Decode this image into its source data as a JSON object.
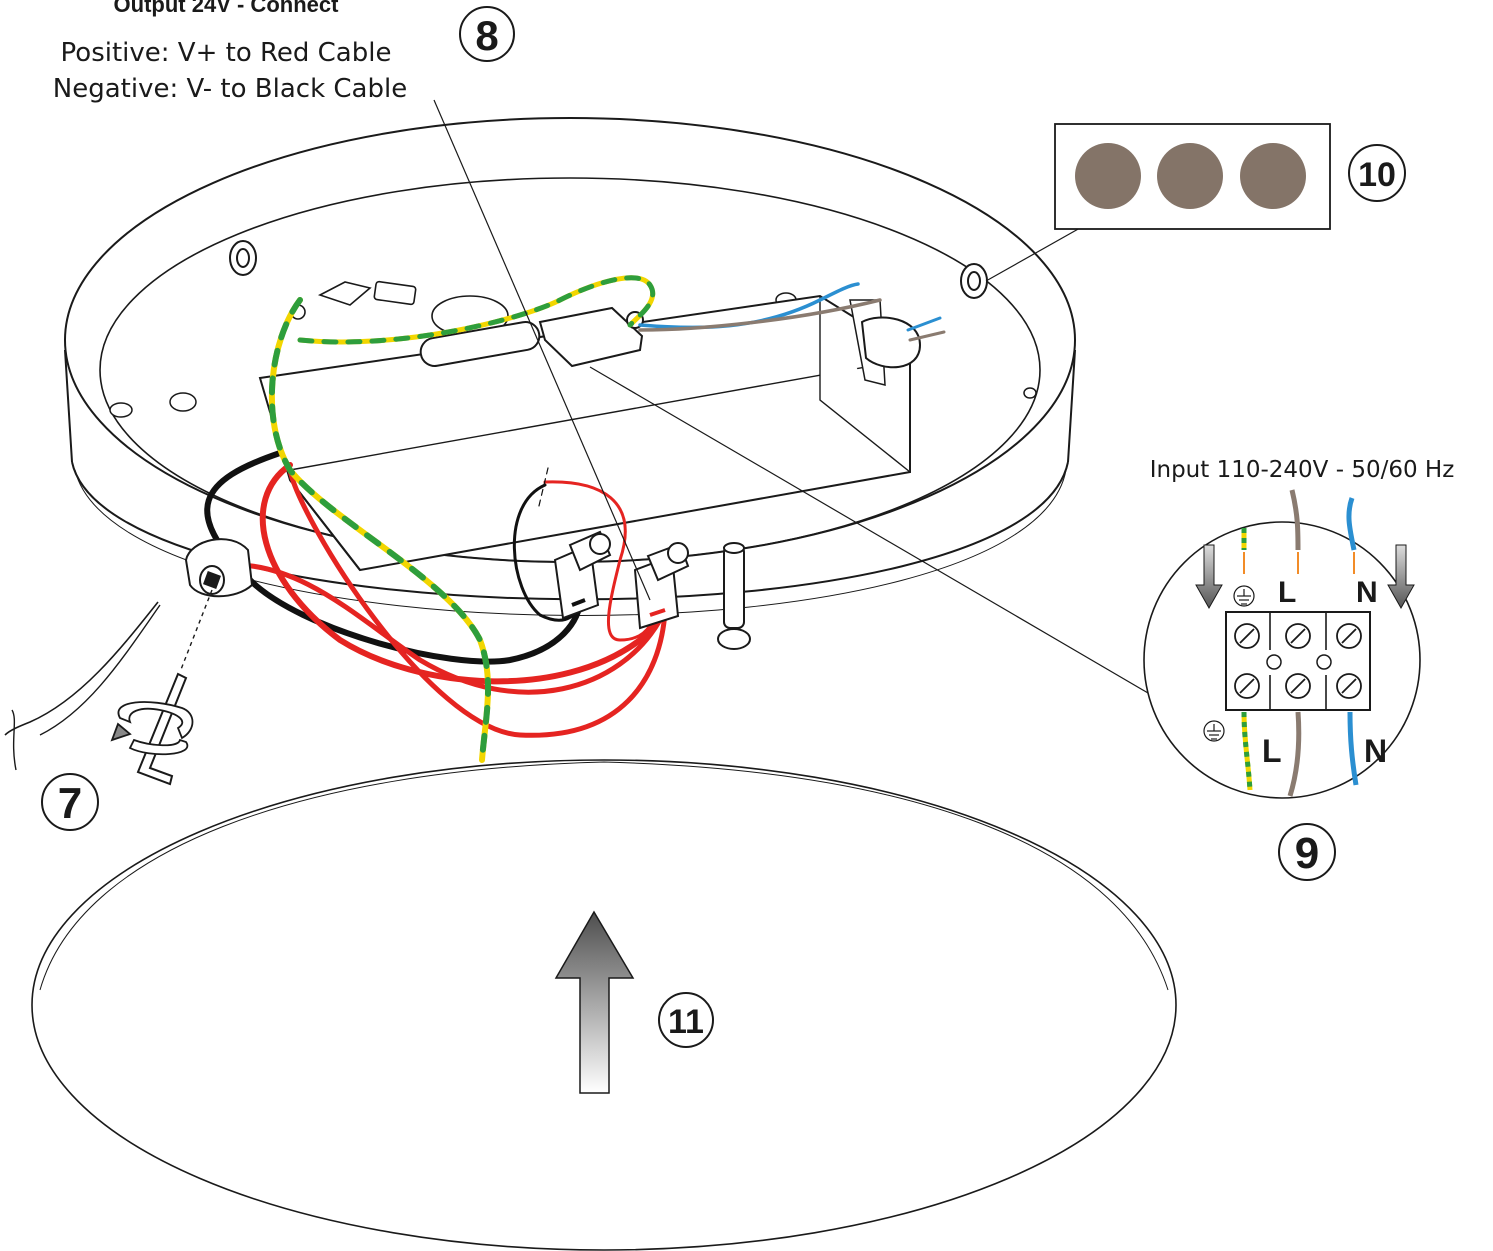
{
  "output": {
    "heading": "Output 24V - Connect",
    "positive": "Positive: V+ to Red Cable",
    "negative": "Negative: V- to Black Cable"
  },
  "input": {
    "label": "Input 110-240V - 50/60 Hz"
  },
  "steps": {
    "s7": "7",
    "s8": "8",
    "s9": "9",
    "s10": "10",
    "s11": "11"
  },
  "terminal": {
    "top_l": "L",
    "top_n": "N",
    "bottom_l": "L",
    "bottom_n": "N"
  },
  "colors": {
    "red_wire": "#e52421",
    "black_wire": "#111111",
    "earth_yellow": "#f2d600",
    "earth_green": "#2e9e3c",
    "live_brown": "#8a7b70",
    "neutral_blue": "#2b8fd1",
    "swatch": "#847468",
    "arrow_dark": "#5a5a5a"
  }
}
